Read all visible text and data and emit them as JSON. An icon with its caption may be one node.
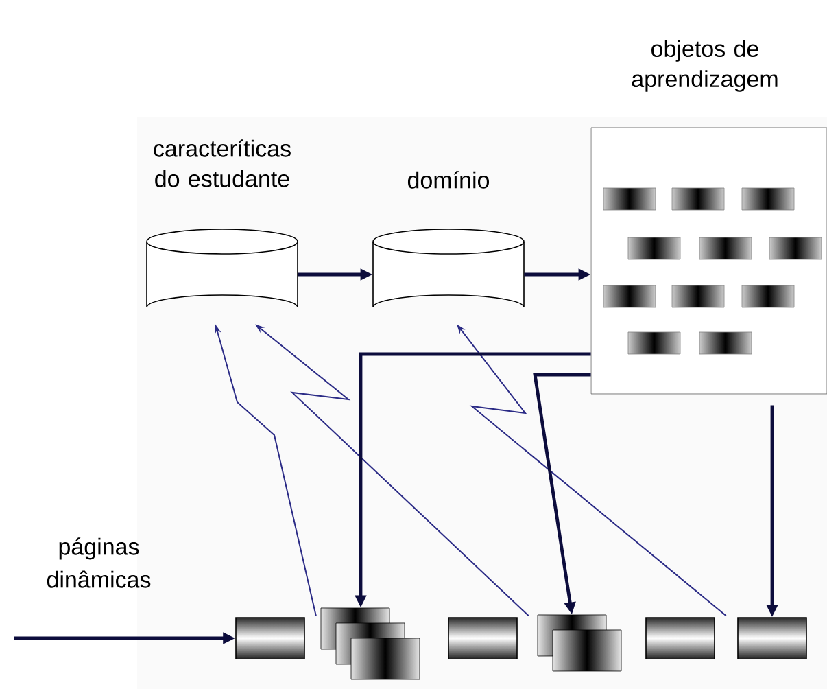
{
  "diagram": {
    "nodes": [
      {
        "text": [
          "caracteríticas do estudante"
        ]
      },
      {
        "text": [
          "domínio"
        ]
      },
      {
        "text": [
          "objetos de aprendizagem"
        ]
      },
      {
        "text": [],
        "shape": "bar"
      },
      {
        "text": [],
        "shape": "stack"
      },
      {
        "text": [],
        "shape": "bar"
      },
      {
        "text": [],
        "shape": "stack"
      },
      {
        "text": [],
        "shape": "bar"
      },
      {
        "text": [],
        "shape": "bar"
      }
    ],
    "edges": [
      {
        "from": 0,
        "to": 1,
        "arrow": "to"
      },
      {
        "from": 1,
        "to": 2,
        "arrow": "to"
      },
      {
        "from": null,
        "to": 3,
        "arrow": "to"
      },
      {
        "from": 3,
        "to": 0,
        "arrow": "to",
        "color": "#2b2b86"
      },
      {
        "from": 5,
        "to": 0,
        "arrow": "to",
        "color": "#2b2b86"
      },
      {
        "from": 7,
        "to": 1,
        "arrow": "to",
        "color": "#2b2b86"
      },
      {
        "from": 2,
        "to": 4,
        "arrow": "to"
      },
      {
        "from": 2,
        "to": 6,
        "arrow": "to"
      },
      {
        "from": 2,
        "to": 8,
        "arrow": "to"
      }
    ],
    "labels": [
      "páginas dinâmicas"
    ]
  }
}
